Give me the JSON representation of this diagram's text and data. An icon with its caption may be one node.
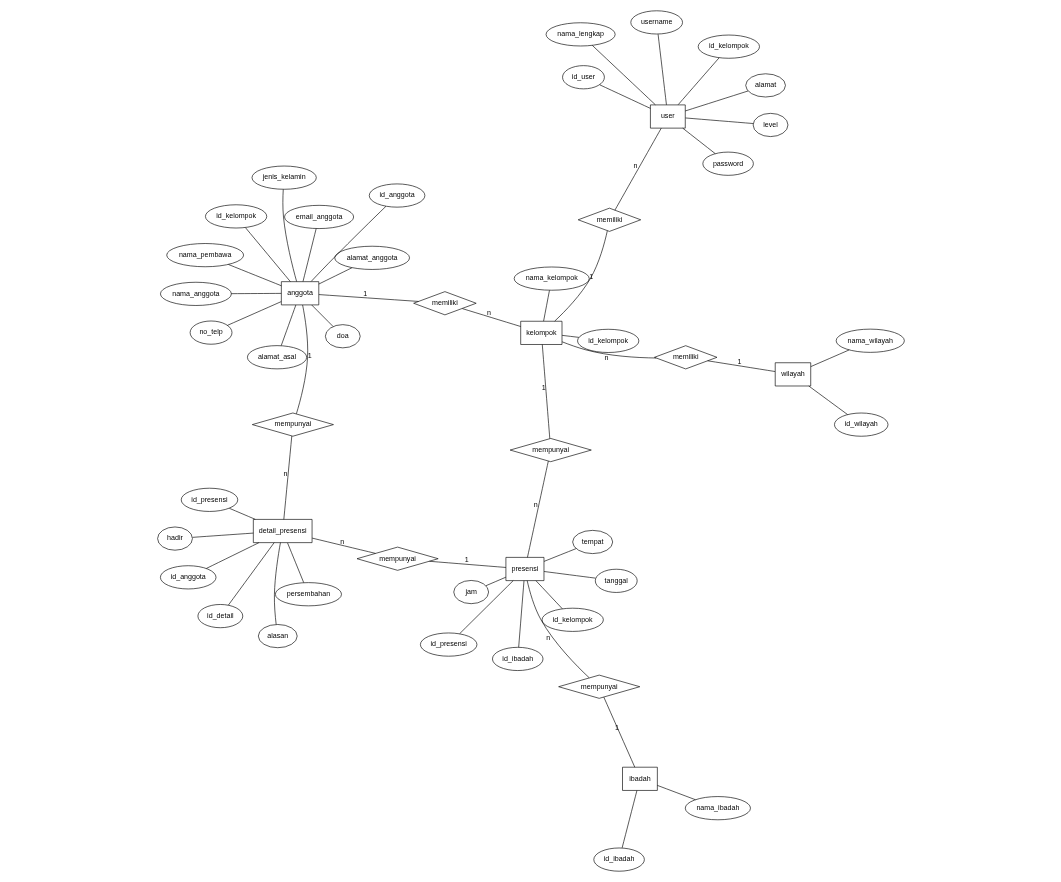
{
  "diagram": {
    "nodes": [
      {
        "text": [
          "wilayah"
        ]
      },
      {
        "text": [
          "id_wilayah"
        ]
      },
      {
        "text": [
          "nama_wilayah"
        ]
      },
      {
        "text": [
          "memiliki"
        ]
      },
      {
        "text": [
          "id_kelompok"
        ]
      },
      {
        "text": [
          "id_user"
        ]
      },
      {
        "text": [
          "alamat"
        ]
      },
      {
        "text": [
          "user"
        ]
      },
      {
        "text": [
          "memiliki"
        ]
      },
      {
        "text": [
          "nama_kelompok"
        ]
      },
      {
        "text": [
          "kelompok"
        ]
      },
      {
        "text": [
          "memiliki"
        ]
      },
      {
        "text": [
          "id_kelompok"
        ]
      },
      {
        "text": [
          "level"
        ]
      },
      {
        "text": [
          "password"
        ]
      },
      {
        "text": [
          "nama_lengkap"
        ]
      },
      {
        "text": [
          "username"
        ]
      },
      {
        "text": [
          "id_kelompok"
        ]
      },
      {
        "text": [
          "id_anggota"
        ]
      },
      {
        "text": [
          "nama_anggota"
        ]
      },
      {
        "text": [
          "email_anggota"
        ]
      },
      {
        "text": [
          "nama_pembawa"
        ]
      },
      {
        "text": [
          "anggota"
        ]
      },
      {
        "text": [
          "jenis_kelamin"
        ]
      },
      {
        "text": [
          "doa"
        ]
      },
      {
        "text": [
          "alamat_anggota"
        ]
      },
      {
        "text": [
          "alamat_asal"
        ]
      },
      {
        "text": [
          "no_telp"
        ]
      },
      {
        "text": [
          "mempunyai"
        ]
      },
      {
        "text": [
          "alasan"
        ]
      },
      {
        "text": [
          "persembahan"
        ]
      },
      {
        "text": [
          "hadir"
        ]
      },
      {
        "text": [
          "id_presensi"
        ]
      },
      {
        "text": [
          "id_ibadah"
        ]
      },
      {
        "text": [
          "id_kelompok"
        ]
      },
      {
        "text": [
          "mempunyai"
        ]
      },
      {
        "text": [
          "presensi"
        ]
      },
      {
        "text": [
          "mempunyai"
        ]
      },
      {
        "text": [
          "detail_presensi"
        ]
      },
      {
        "text": [
          "jam"
        ]
      },
      {
        "text": [
          "tempat"
        ]
      },
      {
        "text": [
          "id_anggota"
        ]
      },
      {
        "text": [
          "id_presensi"
        ]
      },
      {
        "text": [
          "tanggal"
        ]
      },
      {
        "text": [
          "id_detail"
        ]
      },
      {
        "text": [
          "id_ibadah"
        ]
      },
      {
        "text": [
          "nama_ibadah"
        ]
      },
      {
        "text": [
          "ibadah"
        ]
      },
      {
        "text": [
          "mempunyai"
        ]
      }
    ],
    "edges": [
      {
        "from": 0,
        "to": 1,
        "arrow": "none"
      },
      {
        "from": 0,
        "to": 2,
        "arrow": "none"
      },
      {
        "from": 0,
        "to": 3,
        "arrow": "none",
        "label": "1"
      },
      {
        "from": 3,
        "to": 10,
        "arrow": "none",
        "label": "n"
      },
      {
        "from": 7,
        "to": 4,
        "arrow": "none"
      },
      {
        "from": 7,
        "to": 5,
        "arrow": "none"
      },
      {
        "from": 7,
        "to": 6,
        "arrow": "none"
      },
      {
        "from": 7,
        "to": 13,
        "arrow": "none"
      },
      {
        "from": 7,
        "to": 14,
        "arrow": "none"
      },
      {
        "from": 7,
        "to": 15,
        "arrow": "none"
      },
      {
        "from": 7,
        "to": 16,
        "arrow": "none"
      },
      {
        "from": 7,
        "to": 8,
        "arrow": "none",
        "label": "n"
      },
      {
        "from": 8,
        "to": 10,
        "arrow": "none",
        "label": "1"
      },
      {
        "from": 10,
        "to": 9,
        "arrow": "none"
      },
      {
        "from": 10,
        "to": 12,
        "arrow": "none"
      },
      {
        "from": 10,
        "to": 11,
        "arrow": "none",
        "label": "n"
      },
      {
        "from": 11,
        "to": 22,
        "arrow": "none",
        "label": "1"
      },
      {
        "from": 22,
        "to": 17,
        "arrow": "none"
      },
      {
        "from": 22,
        "to": 18,
        "arrow": "none"
      },
      {
        "from": 22,
        "to": 19,
        "arrow": "none"
      },
      {
        "from": 22,
        "to": 20,
        "arrow": "none"
      },
      {
        "from": 22,
        "to": 21,
        "arrow": "none"
      },
      {
        "from": 22,
        "to": 23,
        "arrow": "none"
      },
      {
        "from": 22,
        "to": 24,
        "arrow": "none"
      },
      {
        "from": 22,
        "to": 25,
        "arrow": "none"
      },
      {
        "from": 22,
        "to": 26,
        "arrow": "none"
      },
      {
        "from": 22,
        "to": 27,
        "arrow": "none"
      },
      {
        "from": 22,
        "to": 28,
        "arrow": "none",
        "label": "1"
      },
      {
        "from": 28,
        "to": 38,
        "arrow": "none",
        "label": "n"
      },
      {
        "from": 38,
        "to": 29,
        "arrow": "none"
      },
      {
        "from": 38,
        "to": 30,
        "arrow": "none"
      },
      {
        "from": 38,
        "to": 31,
        "arrow": "none"
      },
      {
        "from": 38,
        "to": 41,
        "arrow": "none"
      },
      {
        "from": 38,
        "to": 42,
        "arrow": "none"
      },
      {
        "from": 38,
        "to": 44,
        "arrow": "none"
      },
      {
        "from": 10,
        "to": 35,
        "arrow": "none",
        "label": "1"
      },
      {
        "from": 35,
        "to": 36,
        "arrow": "none",
        "label": "n"
      },
      {
        "from": 36,
        "to": 32,
        "arrow": "none"
      },
      {
        "from": 36,
        "to": 33,
        "arrow": "none"
      },
      {
        "from": 36,
        "to": 34,
        "arrow": "none"
      },
      {
        "from": 36,
        "to": 39,
        "arrow": "none"
      },
      {
        "from": 36,
        "to": 40,
        "arrow": "none"
      },
      {
        "from": 36,
        "to": 43,
        "arrow": "none"
      },
      {
        "from": 36,
        "to": 37,
        "arrow": "none",
        "label": "1"
      },
      {
        "from": 37,
        "to": 38,
        "arrow": "none",
        "label": "n"
      },
      {
        "from": 36,
        "to": 48,
        "arrow": "none",
        "label": "n"
      },
      {
        "from": 48,
        "to": 47,
        "arrow": "none",
        "label": "1"
      },
      {
        "from": 47,
        "to": 45,
        "arrow": "none"
      },
      {
        "from": 47,
        "to": 46,
        "arrow": "none"
      }
    ]
  }
}
